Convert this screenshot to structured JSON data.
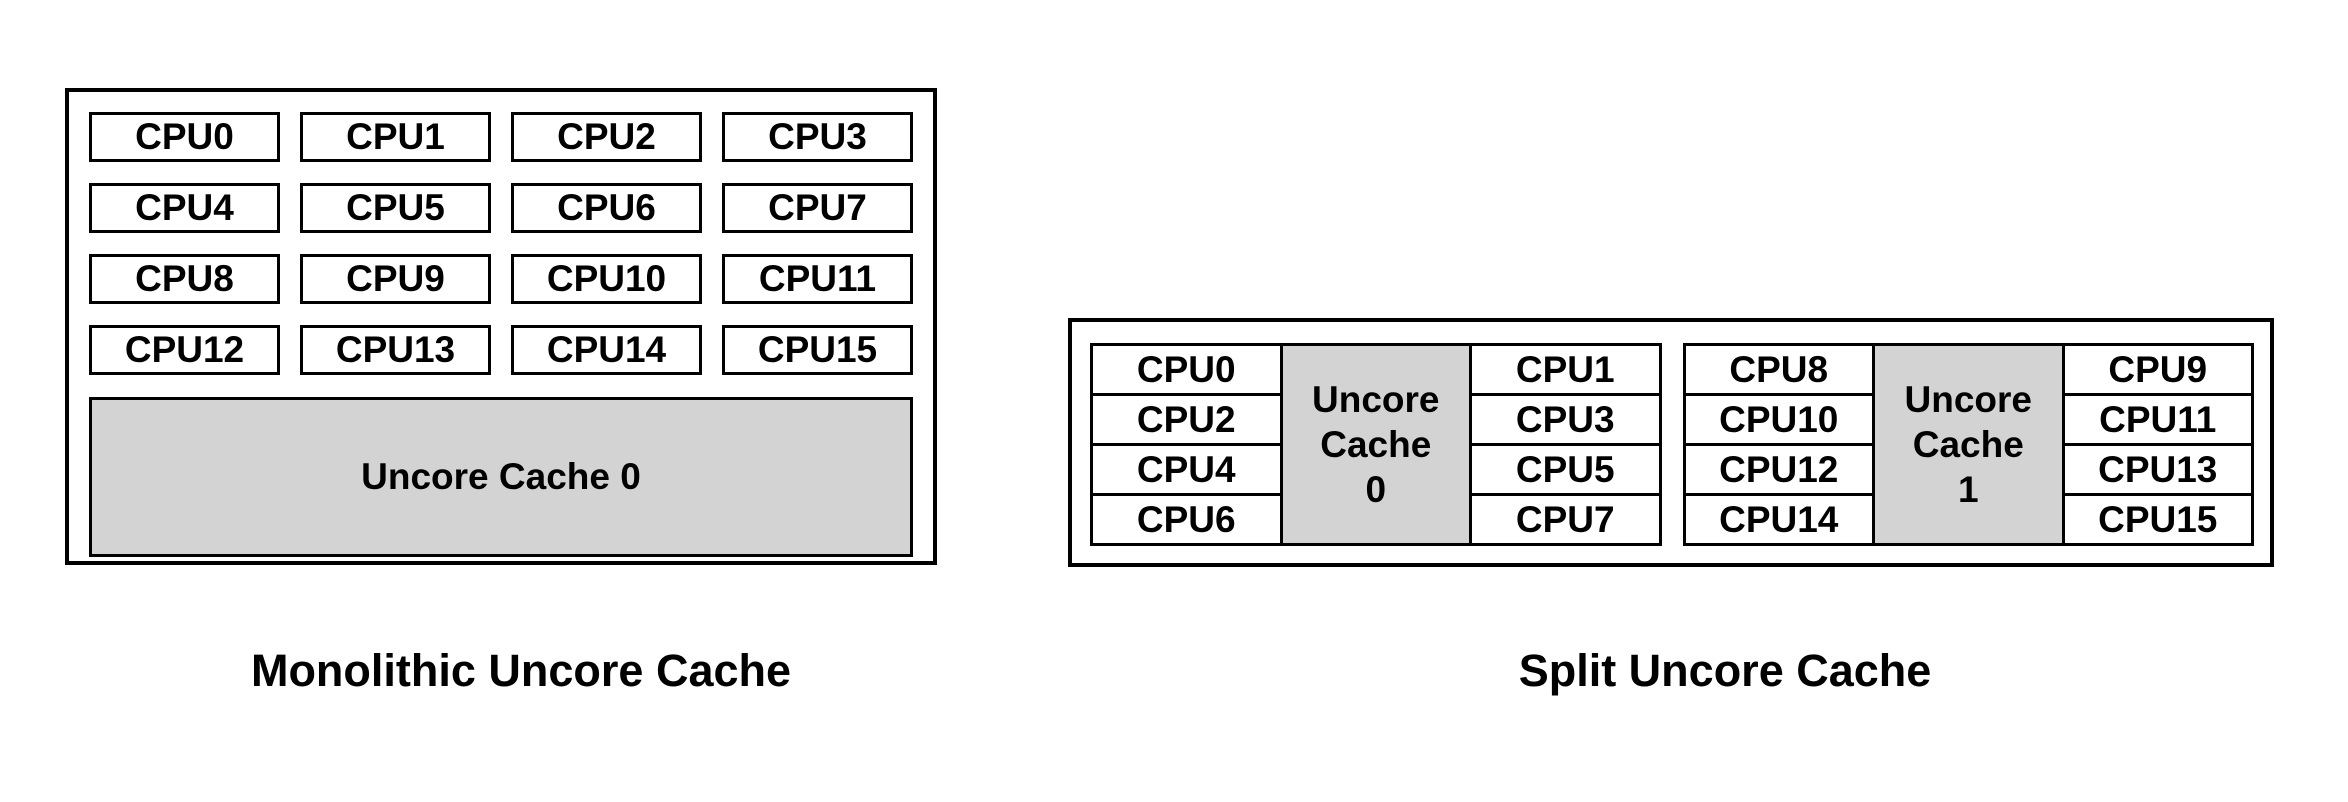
{
  "colors": {
    "background": "#ffffff",
    "border": "#000000",
    "text": "#000000",
    "cache_fill": "#d3d3d3"
  },
  "monolithic": {
    "caption": "Monolithic Uncore Cache",
    "cpus": [
      "CPU0",
      "CPU1",
      "CPU2",
      "CPU3",
      "CPU4",
      "CPU5",
      "CPU6",
      "CPU7",
      "CPU8",
      "CPU9",
      "CPU10",
      "CPU11",
      "CPU12",
      "CPU13",
      "CPU14",
      "CPU15"
    ],
    "cache_label": "Uncore Cache 0"
  },
  "split": {
    "caption": "Split Uncore Cache",
    "groups": [
      {
        "left_cpus": [
          "CPU0",
          "CPU2",
          "CPU4",
          "CPU6"
        ],
        "cache_lines": [
          "Uncore",
          "Cache",
          "0"
        ],
        "right_cpus": [
          "CPU1",
          "CPU3",
          "CPU5",
          "CPU7"
        ]
      },
      {
        "left_cpus": [
          "CPU8",
          "CPU10",
          "CPU12",
          "CPU14"
        ],
        "cache_lines": [
          "Uncore",
          "Cache",
          "1"
        ],
        "right_cpus": [
          "CPU9",
          "CPU11",
          "CPU13",
          "CPU15"
        ]
      }
    ]
  }
}
